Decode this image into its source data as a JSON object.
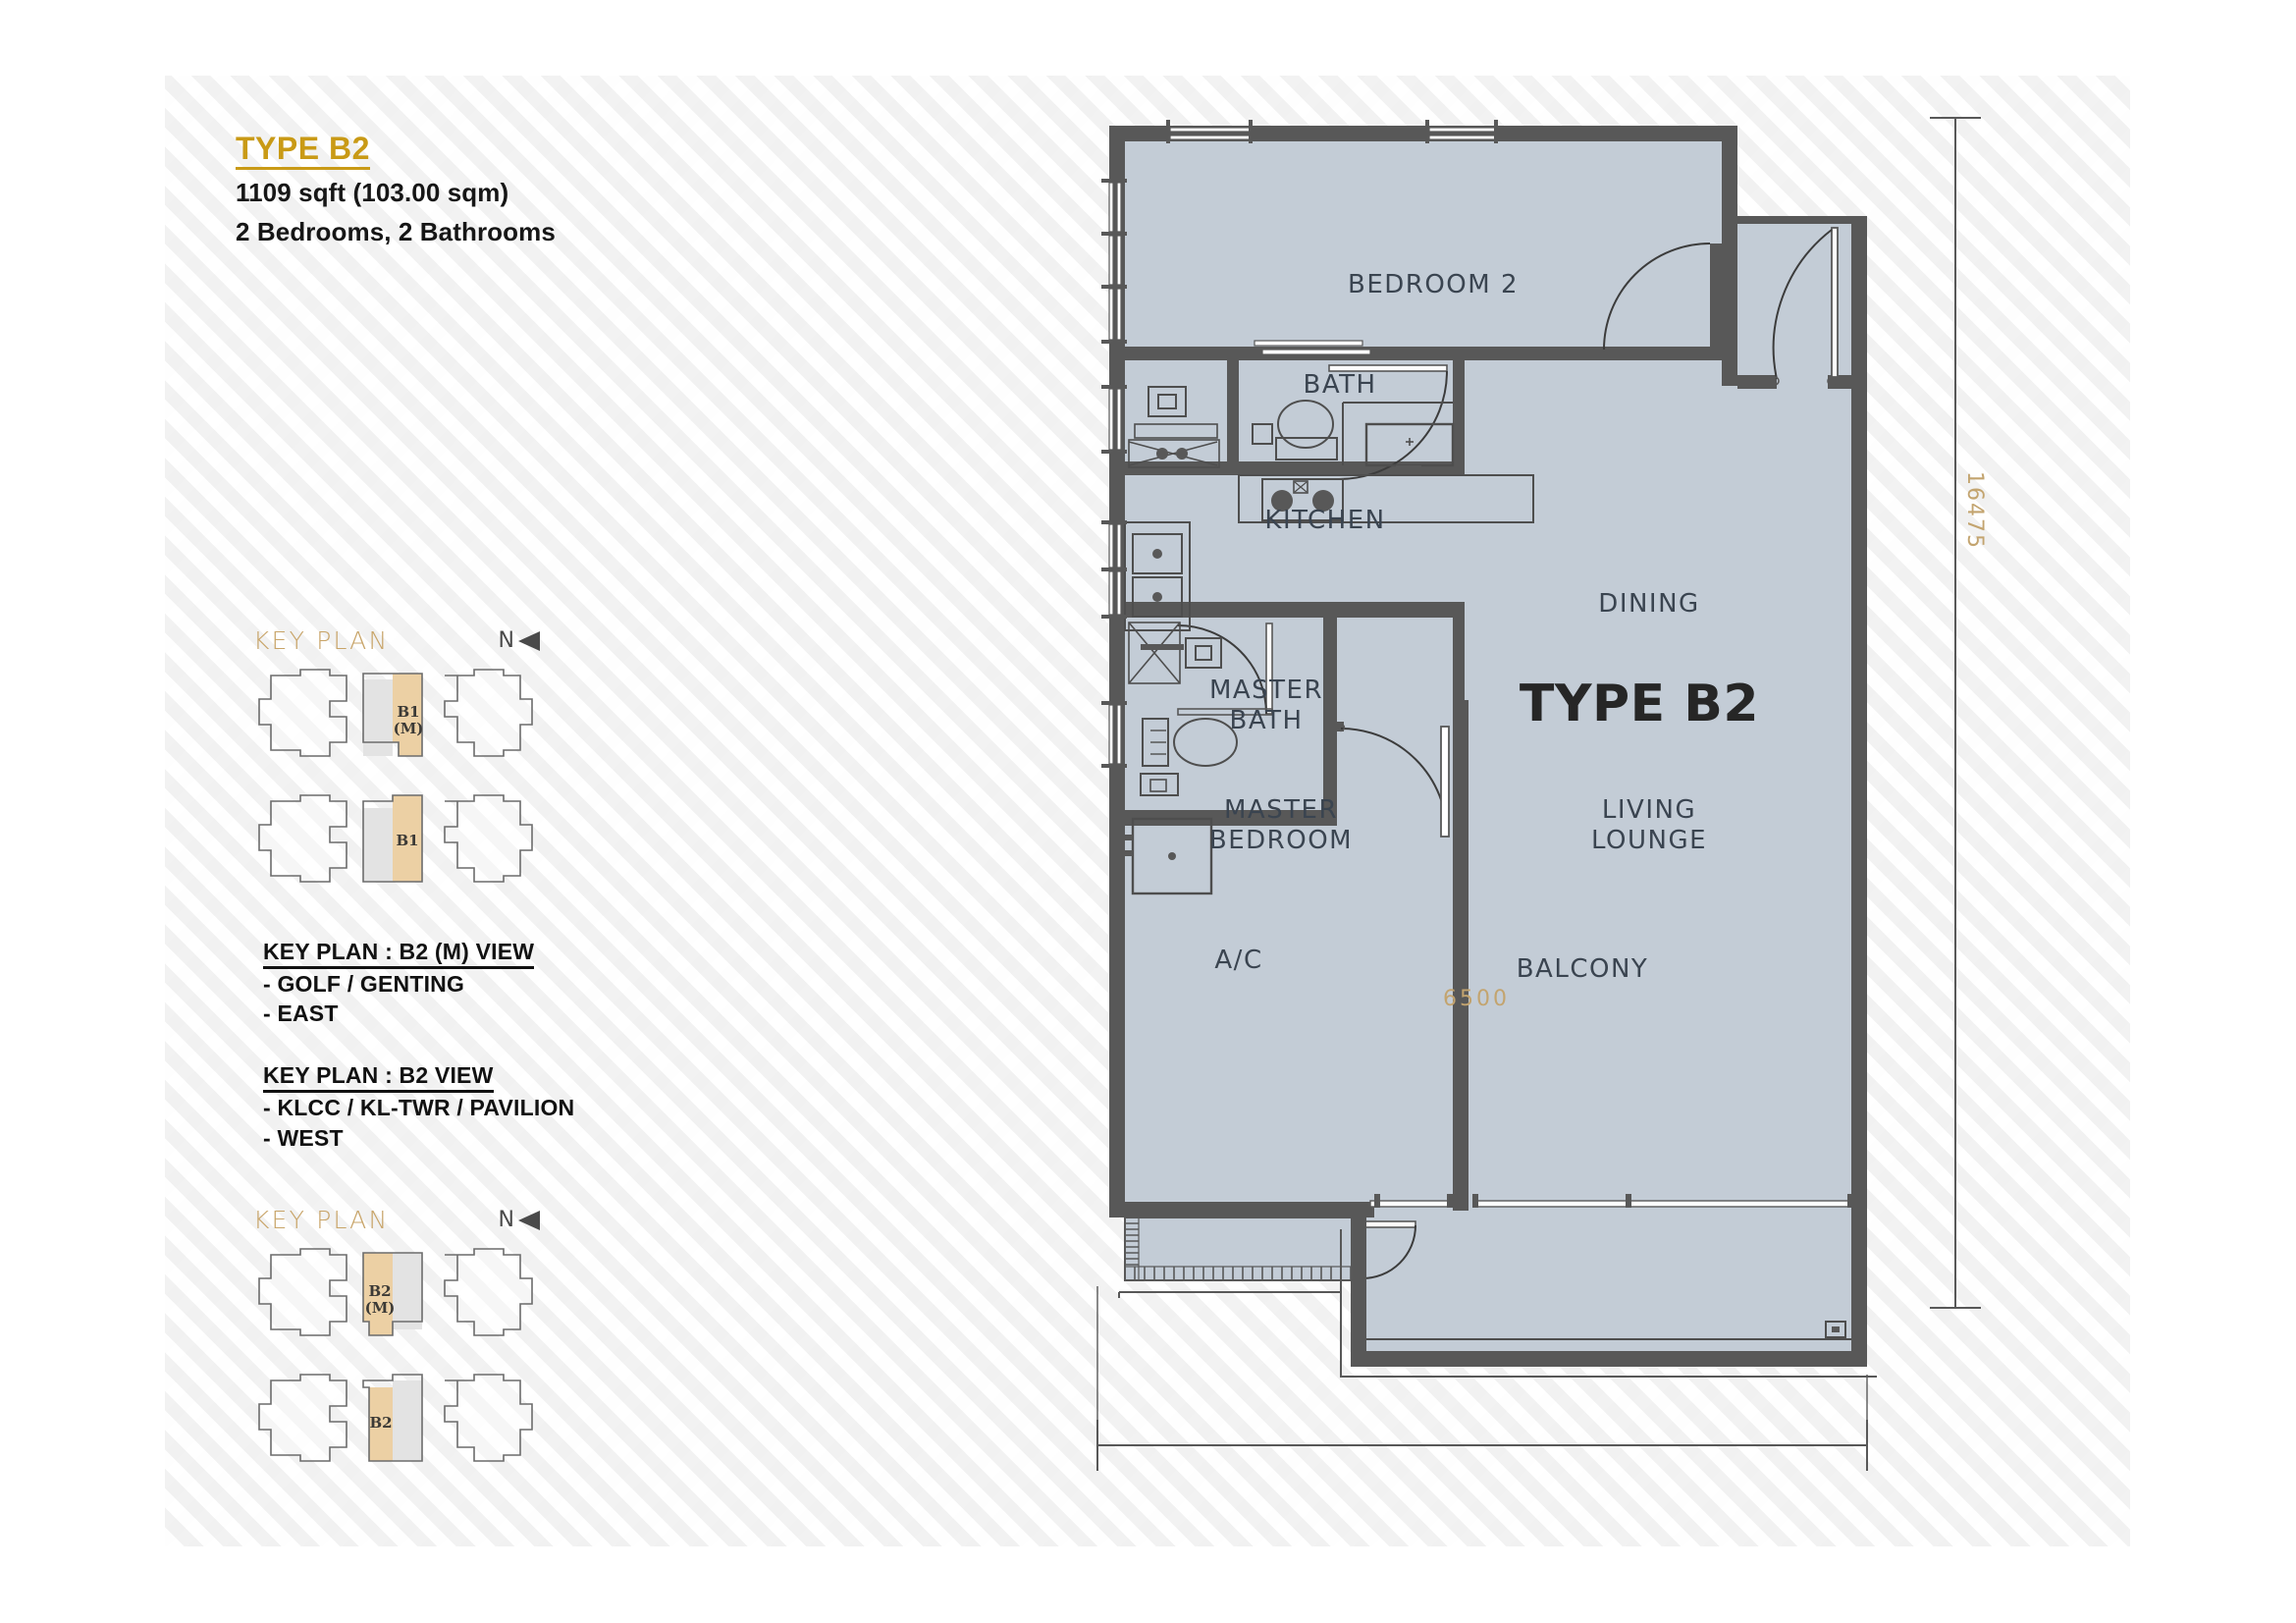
{
  "title_block": {
    "type_title": "TYPE B2",
    "area": "1109 sqft (103.00 sqm)",
    "rooms": "2 Bedrooms, 2 Bathrooms"
  },
  "keyplan_top": {
    "title": "KEY PLAN",
    "north_letter": "N",
    "unit_upper": "B1\n(M)",
    "unit_upper_line1": "B1",
    "unit_upper_line2": "(M)",
    "unit_lower": "B1"
  },
  "keyplan_bottom": {
    "title": "KEY PLAN",
    "north_letter": "N",
    "unit_upper_line1": "B2",
    "unit_upper_line2": "(M)",
    "unit_lower": "B2"
  },
  "view_notes": {
    "head_1": "KEY PLAN : B2 (M) VIEW",
    "line_1a": "- GOLF / GENTING",
    "line_1b": "- EAST",
    "head_2": "KEY PLAN : B2 VIEW",
    "line_2a": "- KLCC / KL-TWR / PAVILION",
    "line_2b": "- WEST"
  },
  "floorplan": {
    "plan_label": "TYPE B2",
    "dimension_vertical": "16475",
    "dimension_horizontal": "6500",
    "rooms": [
      {
        "name": "BEDROOM 2",
        "label": "BEDROOM 2"
      },
      {
        "name": "BATH",
        "label": "BATH"
      },
      {
        "name": "KITCHEN",
        "label": "KITCHEN"
      },
      {
        "name": "DINING",
        "label": "DINING"
      },
      {
        "name": "MASTER BATH",
        "label": "MASTER\nBATH"
      },
      {
        "name": "MASTER BEDROOM",
        "label": "MASTER\nBEDROOM"
      },
      {
        "name": "LIVING LOUNGE",
        "label": "LIVING\nLOUNGE"
      },
      {
        "name": "AC",
        "label": "A/C"
      },
      {
        "name": "BALCONY",
        "label": "BALCONY"
      }
    ]
  },
  "colors": {
    "accent_gold": "#c99a16",
    "keyplan_gold": "#c8a468",
    "unit_highlight": "#ecd0a4",
    "unit_grey": "#e3e3e3",
    "floor_fill": "#c3ccd6",
    "wall": "#585858",
    "dimension_text": "#c3a46f",
    "room_text": "#3a4450"
  }
}
